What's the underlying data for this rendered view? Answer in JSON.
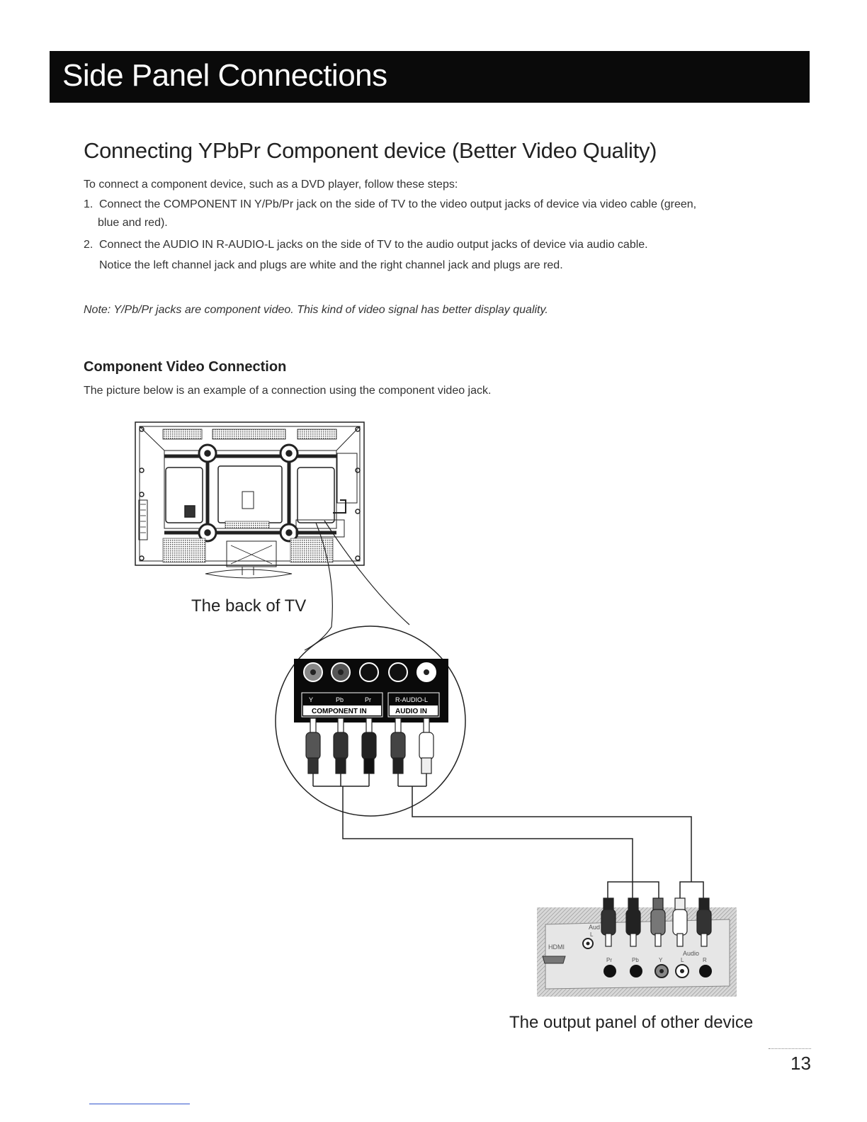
{
  "header": {
    "title": "Side Panel Connections"
  },
  "section": {
    "title": "Connecting YPbPr Component device (Better Video Quality)",
    "intro": "To  connect a component device, such as a DVD player, follow these steps:",
    "step1_num": "1.",
    "step1_line1": "Connect the COMPONENT IN Y/Pb/Pr jack on the side of TV to the video output jacks of device via video cable (green,",
    "step1_line2": "blue and red).",
    "step2_num": "2.",
    "step2_line1": "Connect the AUDIO IN R-AUDIO-L jacks on the side of TV to the audio output jacks of device via audio cable.",
    "step2_line2": "Notice the left channel jack and plugs are white and the right channel jack and plugs are red.",
    "note": "Note: Y/Pb/Pr jacks are component video. This kind of video signal has better display quality."
  },
  "subsection": {
    "title": "Component Video Connection",
    "description": "The picture below is an example of a connection using the component video jack."
  },
  "diagram": {
    "tv_caption": "The back of TV",
    "device_caption": "The output panel of other device",
    "tv_jack_labels": {
      "y": "Y",
      "pb": "Pb",
      "pr": "Pr",
      "audio": "R-AUDIO-L",
      "component_in": "COMPONENT  IN",
      "audio_in": "AUDIO IN"
    },
    "device_labels": {
      "hdmi": "HDMI",
      "aud": "Aud",
      "l_top": "L",
      "audio": "Audio",
      "pr": "Pr",
      "pb": "Pb",
      "y": "Y",
      "l": "L",
      "r": "R"
    }
  },
  "footer": {
    "page_number": "13"
  }
}
